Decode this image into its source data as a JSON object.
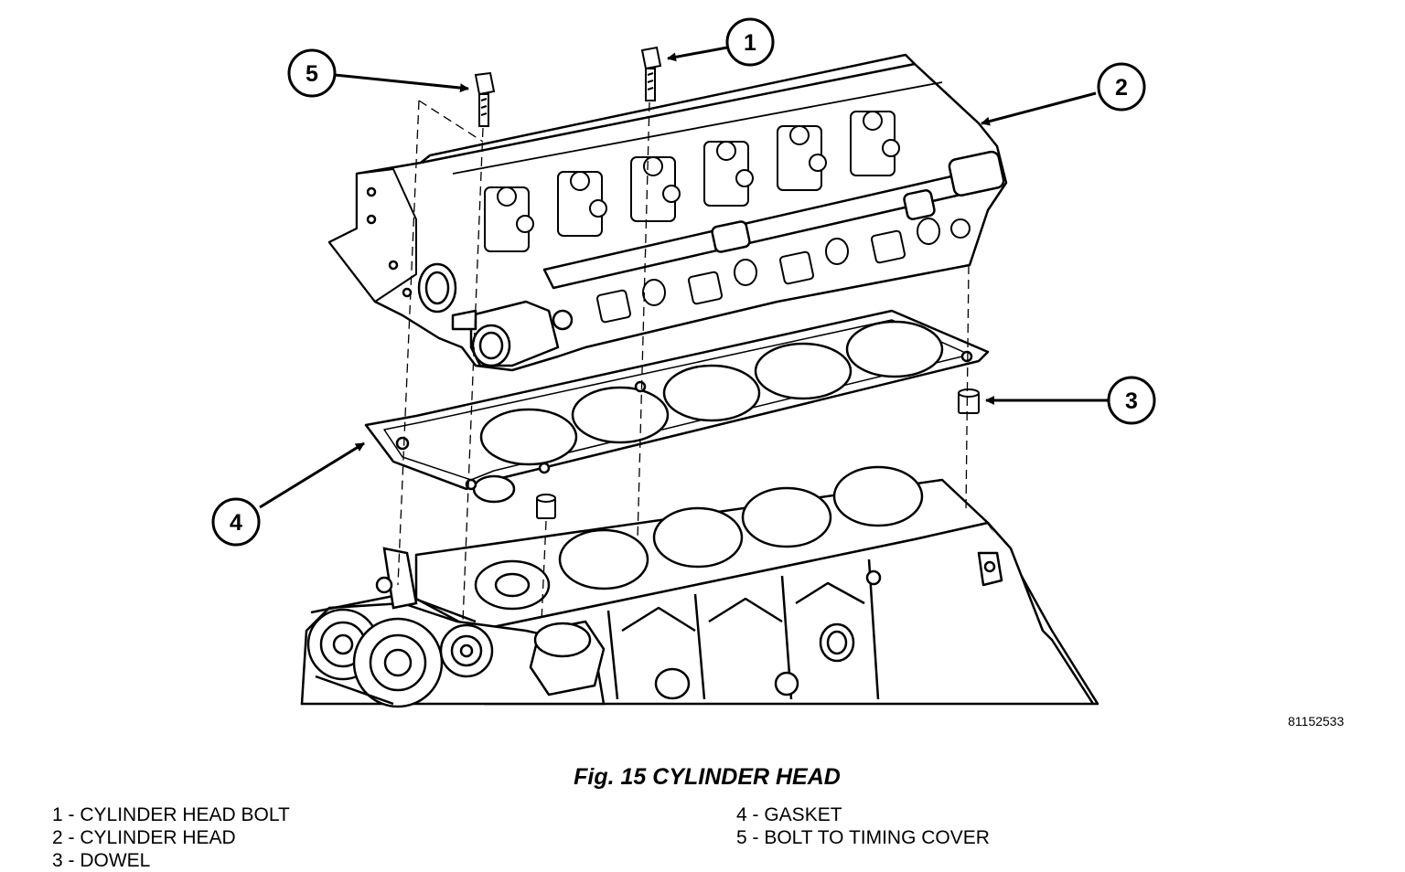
{
  "figure": {
    "id_number": "81152533",
    "caption": "Fig. 15 CYLINDER HEAD"
  },
  "callouts": [
    {
      "number": "1"
    },
    {
      "number": "2"
    },
    {
      "number": "3"
    },
    {
      "number": "4"
    },
    {
      "number": "5"
    }
  ],
  "legend": {
    "left": [
      {
        "label": "1 - CYLINDER HEAD BOLT"
      },
      {
        "label": "2 - CYLINDER HEAD"
      },
      {
        "label": "3 - DOWEL"
      }
    ],
    "right": [
      {
        "label": "4 - GASKET"
      },
      {
        "label": "5 - BOLT TO TIMING COVER"
      }
    ]
  }
}
